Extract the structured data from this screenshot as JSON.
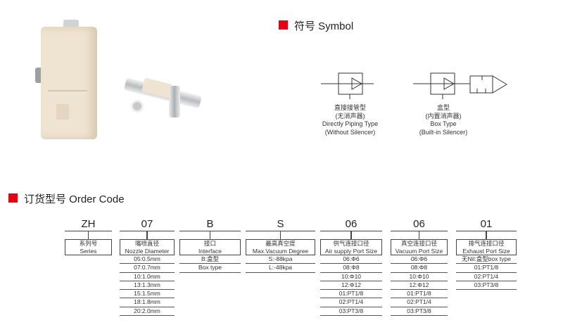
{
  "symbol_section": {
    "title": "符号 Symbol",
    "accent": "#e60012",
    "direct": {
      "cn": "直接接管型",
      "cn_sub": "(无消声器)",
      "en": "Directly Piping Type",
      "en_sub": "(Without Silencer)"
    },
    "box": {
      "cn": "盒型",
      "cn_sub": "(内置消声器)",
      "en": "Box Type",
      "en_sub": "(Built-in Silencer)"
    }
  },
  "order_section": {
    "title": "订货型号 Order Code",
    "columns": [
      {
        "code": "ZH",
        "cn": "系列号",
        "en": "Series",
        "rows": []
      },
      {
        "code": "07",
        "cn": "嘴喷直径",
        "en": "Nozzle Diameter",
        "rows": [
          "05:0.5mm",
          "07:0.7mm",
          "10:1.0mm",
          "13:1.3mm",
          "15:1.5mm",
          "18:1.8mm",
          "20:2.0mm"
        ]
      },
      {
        "code": "B",
        "cn": "接口",
        "en": "Interface",
        "rows": [
          "B:盒型",
          "Box type"
        ]
      },
      {
        "code": "S",
        "cn": "最高真空度",
        "en": "Max.Vacuum Degree",
        "rows": [
          "S:-88kpa",
          "L:-48kpa"
        ]
      },
      {
        "code": "06",
        "cn": "供气连接口径",
        "en": "Air supply Port Size",
        "rows": [
          "06:Φ6",
          "08:Φ8",
          "10:Φ10",
          "12:Φ12",
          "01:PT1/8",
          "02:PT1/4",
          "03:PT3/8"
        ]
      },
      {
        "code": "06",
        "cn": "真空连接口径",
        "en": "Vacuum Port Size",
        "rows": [
          "06:Φ6",
          "08:Φ8",
          "10:Φ10",
          "12:Φ12",
          "01:PT1/8",
          "02:PT1/4",
          "03:PT3/8"
        ]
      },
      {
        "code": "01",
        "cn": "排气连接口径",
        "en": "Exhaust Port Size",
        "rows": [
          "无Nil:盒型box type",
          "01:PT1/8",
          "02:PT1/4",
          "03:PT3/8"
        ]
      }
    ]
  }
}
